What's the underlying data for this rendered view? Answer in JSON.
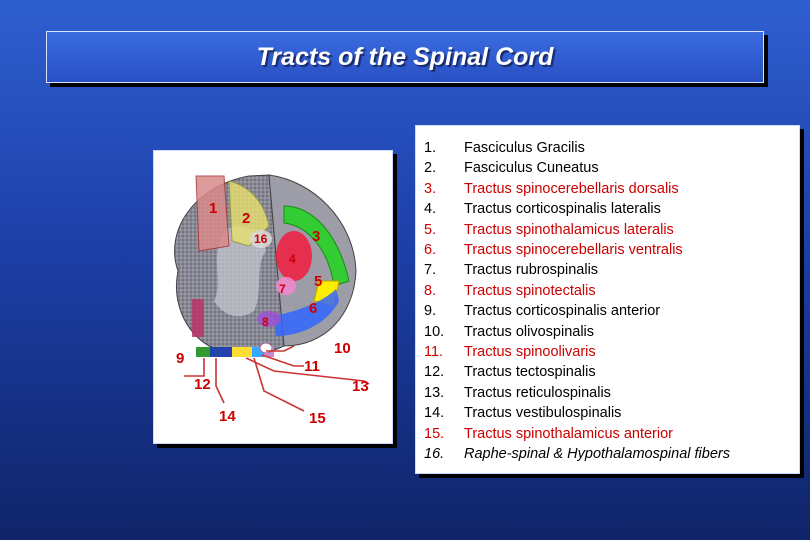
{
  "title": "Tracts of the Spinal Cord",
  "colors": {
    "background": "#1d3fa8",
    "legend_black": "#000000",
    "legend_red": "#cc0000",
    "figure_label": "#cc0000"
  },
  "diagram_labels": [
    "1",
    "2",
    "16",
    "3",
    "4",
    "5",
    "6",
    "7",
    "8",
    "9",
    "10",
    "11",
    "12",
    "13",
    "14",
    "15"
  ],
  "legend": [
    {
      "num": "1.",
      "text": "Fasciculus Gracilis",
      "color": "black"
    },
    {
      "num": "2.",
      "text": "Fasciculus Cuneatus",
      "color": "black"
    },
    {
      "num": "3.",
      "text": "Tractus spinocerebellaris dorsalis",
      "color": "red"
    },
    {
      "num": "4.",
      "text": "Tractus corticospinalis lateralis",
      "color": "black"
    },
    {
      "num": "5.",
      "text": "Tractus spinothalamicus lateralis",
      "color": "red"
    },
    {
      "num": "6.",
      "text": "Tractus spinocerebellaris ventralis",
      "color": "red"
    },
    {
      "num": "7.",
      "text": "Tractus rubrospinalis",
      "color": "black"
    },
    {
      "num": "8.",
      "text": "Tractus spinotectalis",
      "color": "red"
    },
    {
      "num": "9.",
      "text": "Tractus corticospinalis anterior",
      "color": "black"
    },
    {
      "num": "10.",
      "text": "Tractus olivospinalis",
      "color": "black"
    },
    {
      "num": "11.",
      "text": "Tractus spinoolivaris",
      "color": "red"
    },
    {
      "num": "12.",
      "text": "Tractus tectospinalis",
      "color": "black"
    },
    {
      "num": "13.",
      "text": "Tractus reticulospinalis",
      "color": "black"
    },
    {
      "num": "14.",
      "text": "Tractus vestibulospinalis",
      "color": "black"
    },
    {
      "num": "15.",
      "text": "Tractus spinothalamicus anterior",
      "color": "red"
    },
    {
      "num": "16.",
      "text": "Raphe-spinal & Hypothalamospinal fibers",
      "color": "black",
      "italic": true
    }
  ]
}
